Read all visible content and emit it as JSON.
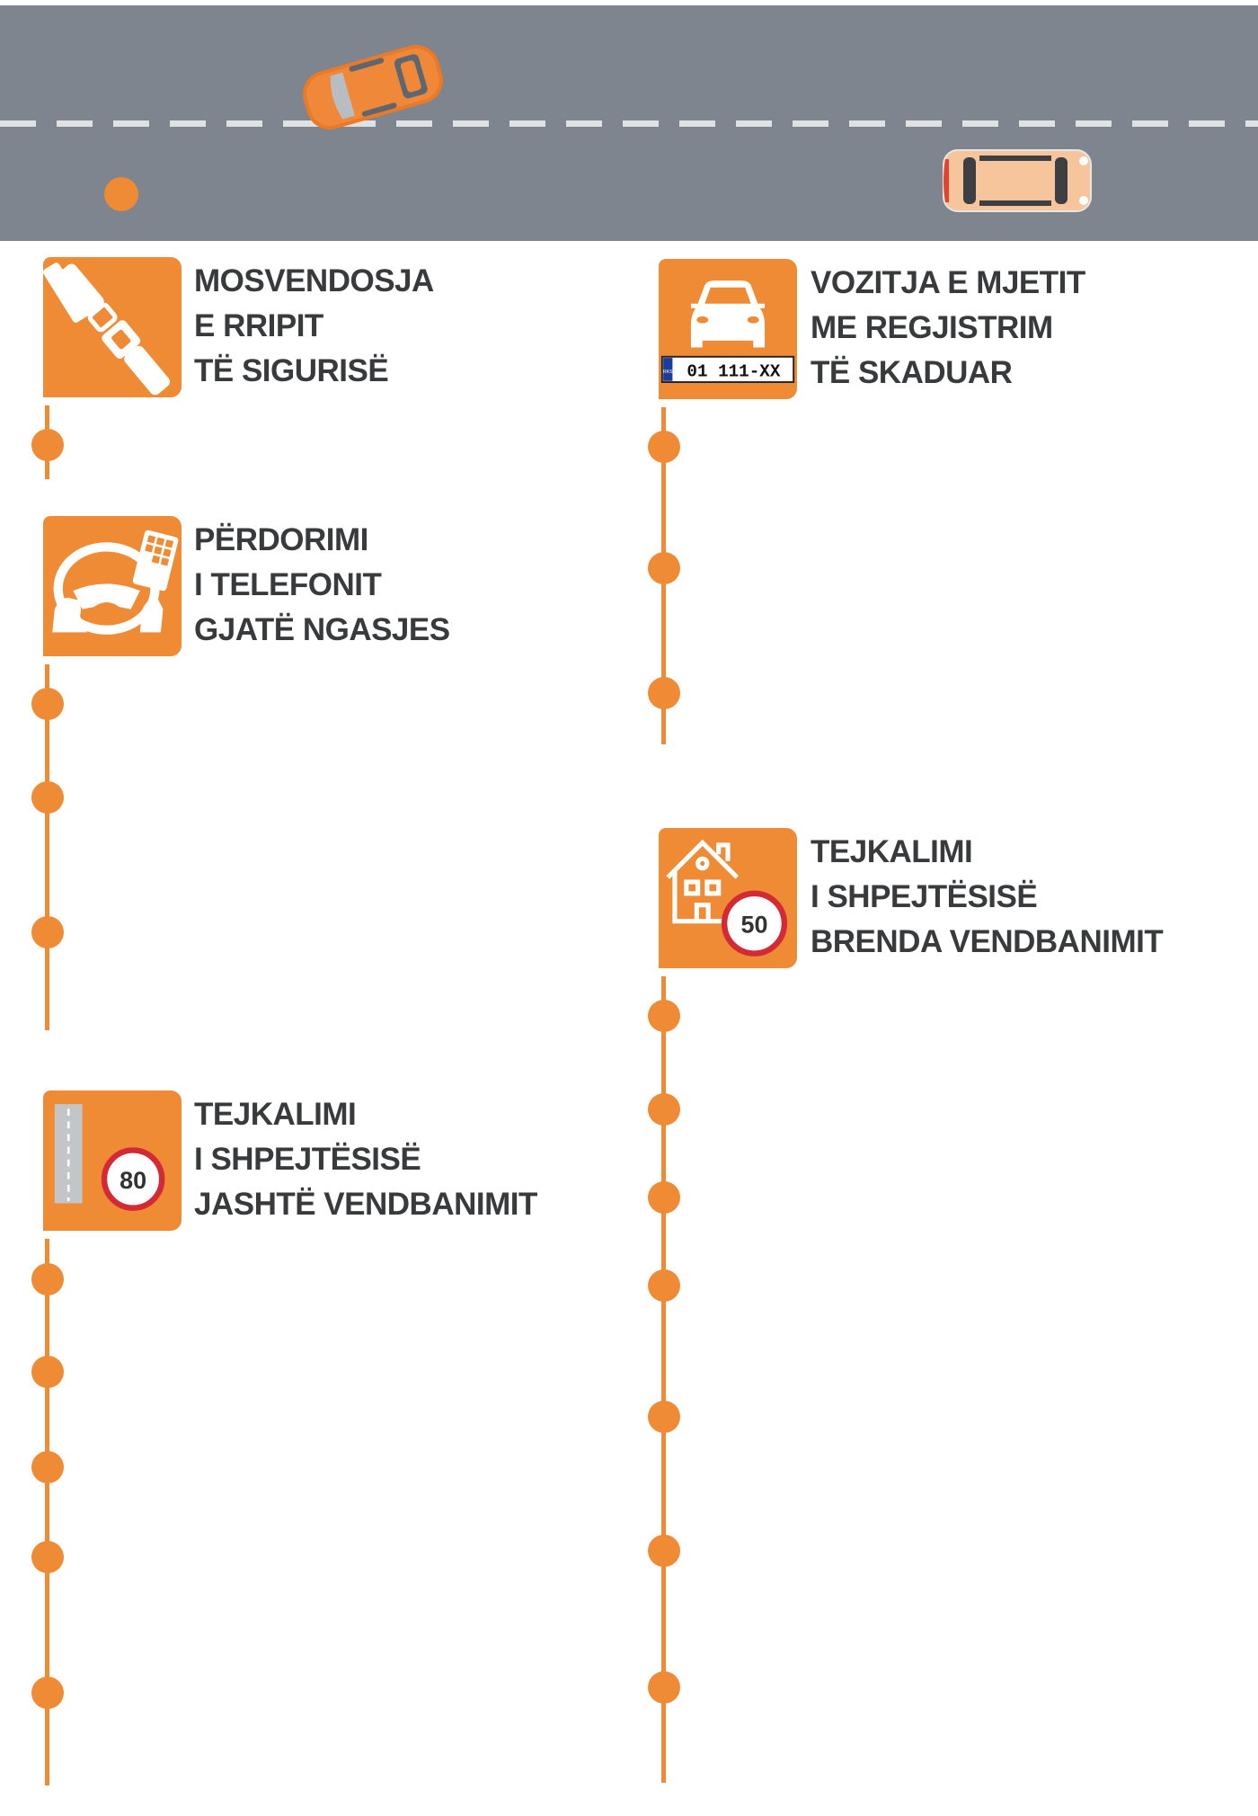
{
  "colors": {
    "accent": "#ef8a35",
    "road": "#7e858e",
    "text": "#383a3c",
    "sign_red": "#d42a35"
  },
  "road": {
    "icons": [
      "orange-car-icon",
      "peach-car-icon"
    ]
  },
  "items": [
    {
      "icon": "seatbelt-icon",
      "lines": [
        "MOSVENDOSJA",
        "E RRIPIT",
        "TË SIGURISË"
      ]
    },
    {
      "icon": "car-plate-icon",
      "plate": "01 111-XX",
      "plate_country": "RKS",
      "lines": [
        "VOZITJA E MJETIT",
        "ME REGJISTRIM",
        "TË SKADUAR"
      ]
    },
    {
      "icon": "phone-steering-wheel-icon",
      "lines": [
        "PËRDORIMI",
        "I TELEFONIT",
        "GJATË NGASJES"
      ]
    },
    {
      "icon": "house-speed-limit-icon",
      "speed": "50",
      "lines": [
        "TEJKALIMI",
        "I SHPEJTËSISË",
        "BRENDA VENDBANIMIT"
      ]
    },
    {
      "icon": "road-speed-limit-icon",
      "speed": "80",
      "lines": [
        "TEJKALIMI",
        "I SHPEJTËSISË",
        "JASHTË VENDBANIMIT"
      ]
    }
  ]
}
